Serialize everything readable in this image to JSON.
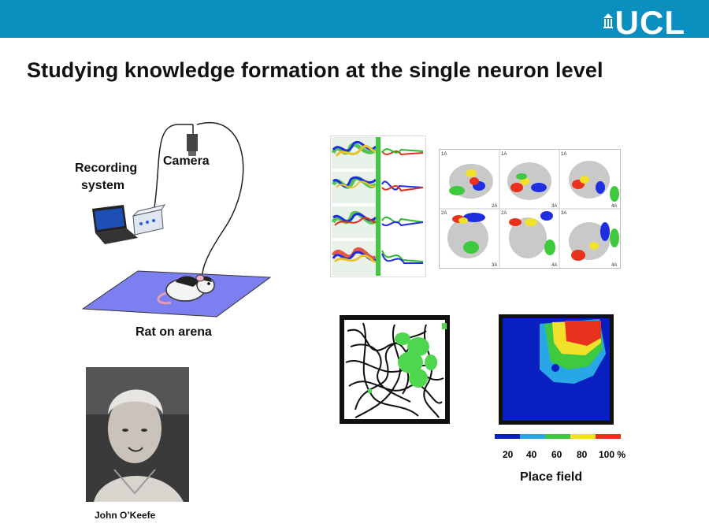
{
  "header": {
    "logo_text": "UCL",
    "bar_color": "#0a8fbf"
  },
  "slide": {
    "title": "Studying knowledge formation at the single neuron level"
  },
  "setup": {
    "recording_label_line1": "Recording",
    "recording_label_line2": "system",
    "camera_label": "Camera",
    "arena_label": "Rat on arena"
  },
  "portrait": {
    "caption": "John O’Keefe"
  },
  "place_field": {
    "title": "Place field",
    "scale_ticks": [
      "20",
      "40",
      "60",
      "80",
      "100 %"
    ],
    "scale_colors": [
      "#0a1fbf",
      "#27a7e6",
      "#3ec93e",
      "#f2e12a",
      "#e8321e"
    ]
  },
  "cluster_panels": {
    "labels": [
      "1A",
      "2A",
      "1A",
      "3A",
      "1A",
      "4A",
      "2A",
      "3A",
      "2A",
      "4A",
      "3A",
      "4A"
    ]
  }
}
